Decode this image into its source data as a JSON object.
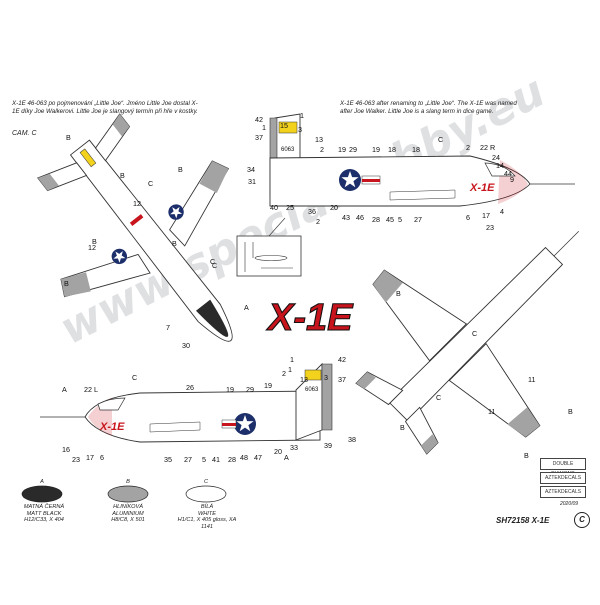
{
  "captions": {
    "cz": "X-1E 46-063  po pojmenování „Little Joe“. Jméno Little Joe dostal X-1E díky Joe Walkerovi. Little Joe je slangový termín při hře v kostky.",
    "en": "X-1E 46-063 after renaming to „Little Joe“. The X-1E was named after Joe Walker. Little Joe is a slang term in dice game."
  },
  "cam_label": "CAM. C",
  "aircraft_title": "X-1E",
  "serial_tail": "6063",
  "watermark": "www.specialhobby.eu",
  "product_code": "SH72158 X-1E",
  "copyright_symbol": "C",
  "small_print": "2020/09",
  "legend": [
    {
      "letter": "A",
      "line1": "MATNÁ ČERNÁ",
      "line2": "MATT BLACK",
      "line3": "H12/C33, X 404",
      "color": "#2a2a2a"
    },
    {
      "letter": "B",
      "line1": "HLINÍKOVÁ",
      "line2": "ALUMINIUM",
      "line3": "H8/C8, X 501",
      "color": "#a3a3a3"
    },
    {
      "letter": "C",
      "line1": "BÍLÁ",
      "line2": "WHITE",
      "line3": "H1/C1, X 405 gloss, XA 1141",
      "color": "#ffffff"
    }
  ],
  "badges": [
    "DOUBLE DIAMOND",
    "AZTEKDECALS",
    "AZTEKDECALS"
  ],
  "colors": {
    "red": "#c8141c",
    "black": "#2a2a2a",
    "aluminium": "#a3a3a3",
    "insignia_blue": "#1c2f6b",
    "yellow": "#f3d21d"
  },
  "callouts": {
    "top_view": [
      "B",
      "B",
      "C",
      "B",
      "12",
      "12",
      "B",
      "C",
      "C",
      "A",
      "7",
      "30",
      "B",
      "B"
    ],
    "right_side": [
      "42",
      "1",
      "15",
      "37",
      "3",
      "13",
      "2",
      "1",
      "19",
      "29",
      "19",
      "18",
      "18",
      "C",
      "2",
      "22 R",
      "24",
      "14",
      "44",
      "9",
      "34",
      "31",
      "40",
      "25",
      "36",
      "2",
      "20",
      "43",
      "46",
      "28",
      "45",
      "5",
      "27",
      "6",
      "17",
      "23",
      "4"
    ],
    "left_side": [
      "A",
      "22 L",
      "C",
      "26",
      "19",
      "29",
      "19",
      "1",
      "42",
      "2",
      "1",
      "37",
      "13",
      "3",
      "6063",
      "38",
      "16",
      "23",
      "17",
      "6",
      "35",
      "27",
      "5",
      "41",
      "28",
      "48",
      "47",
      "20",
      "33",
      "A",
      "39"
    ],
    "bottom_view": [
      "B",
      "C",
      "C",
      "B",
      "11",
      "11",
      "B",
      "B"
    ]
  }
}
